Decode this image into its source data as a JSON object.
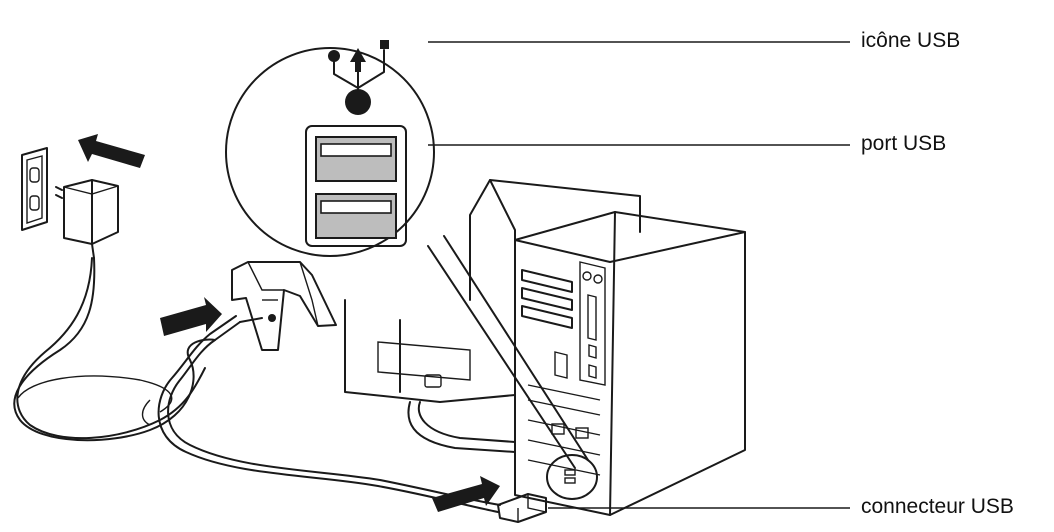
{
  "labels": {
    "usb_icon": "icône USB",
    "usb_port": "port USB",
    "usb_connector": "connecteur USB"
  },
  "colors": {
    "line": "#1a1a1a",
    "arrow": "#1a1a1a",
    "fill": "#ffffff",
    "shade": "#bdbdbd"
  },
  "icons": [
    "usb-icon",
    "arrow-icon"
  ]
}
